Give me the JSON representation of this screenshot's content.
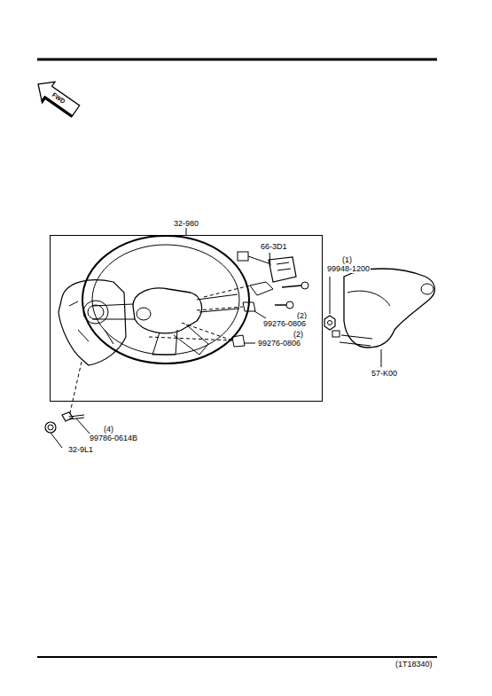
{
  "diagram": {
    "nodes": [
      {
        "text": [
          "32-980"
        ]
      }
    ],
    "labels": [
      "FWD",
      "66-3D1",
      "(1)",
      "99948-1200",
      "(2)",
      "99276-0806",
      "(2)",
      "99276-0806",
      "57-K00",
      "(4)",
      "99786-0614B",
      "32-9L1",
      "(1T18340)"
    ]
  }
}
